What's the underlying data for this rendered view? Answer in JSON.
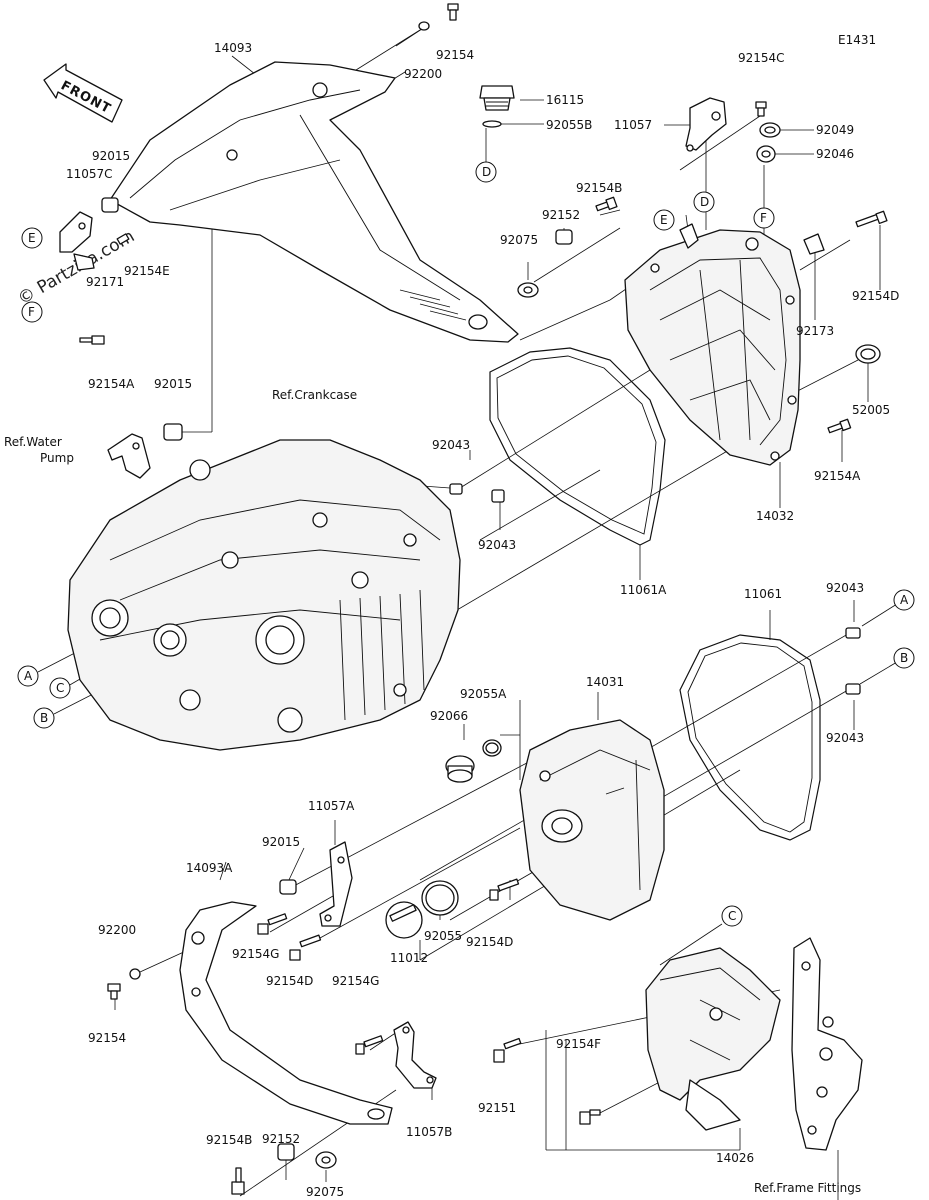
{
  "diagram_code": "E1431",
  "watermark": "© Partzilla.com",
  "front_label": "FRONT",
  "labels": {
    "p14093": "14093",
    "p92154_top": "92154",
    "p92200_top": "92200",
    "p16115": "16115",
    "p92055B": "92055B",
    "p11057": "11057",
    "p92154C": "92154C",
    "p92049": "92049",
    "p92046": "92046",
    "p92015_top": "92015",
    "p11057C": "11057C",
    "p92154E": "92154E",
    "p92171": "92171",
    "p92154A_left": "92154A",
    "p92015_mid": "92015",
    "ref_water_1": "Ref.Water",
    "ref_water_2": "Pump",
    "ref_crankcase": "Ref.Crankcase",
    "p92154B_top": "92154B",
    "p92152_top": "92152",
    "p92075_top": "92075",
    "p92154D_right": "92154D",
    "p92173": "92173",
    "p52005": "52005",
    "p92154A_right": "92154A",
    "p14032": "14032",
    "p92043_a": "92043",
    "p92043_b": "92043",
    "p11061A": "11061A",
    "p11061": "11061",
    "p92043_c": "92043",
    "p92043_d": "92043",
    "p14031": "14031",
    "p92055A": "92055A",
    "p92066": "92066",
    "p11057A": "11057A",
    "p92015_bot": "92015",
    "p14093A": "14093A",
    "p92200_bot": "92200",
    "p92154_bot": "92154",
    "p92154G_a": "92154G",
    "p92154D_bot": "92154D",
    "p92154G_b": "92154G",
    "p11012": "11012",
    "p92055": "92055",
    "p92154D_mid": "92154D",
    "p92151": "92151",
    "p92154F": "92154F",
    "p11057B": "11057B",
    "p92152_bot": "92152",
    "p92154B_bot": "92154B",
    "p92075_bot": "92075",
    "p14026": "14026",
    "ref_frame": "Ref.Frame Fittings"
  },
  "ref_markers": {
    "A": "A",
    "B": "B",
    "C": "C",
    "D": "D",
    "E": "E",
    "F": "F"
  }
}
